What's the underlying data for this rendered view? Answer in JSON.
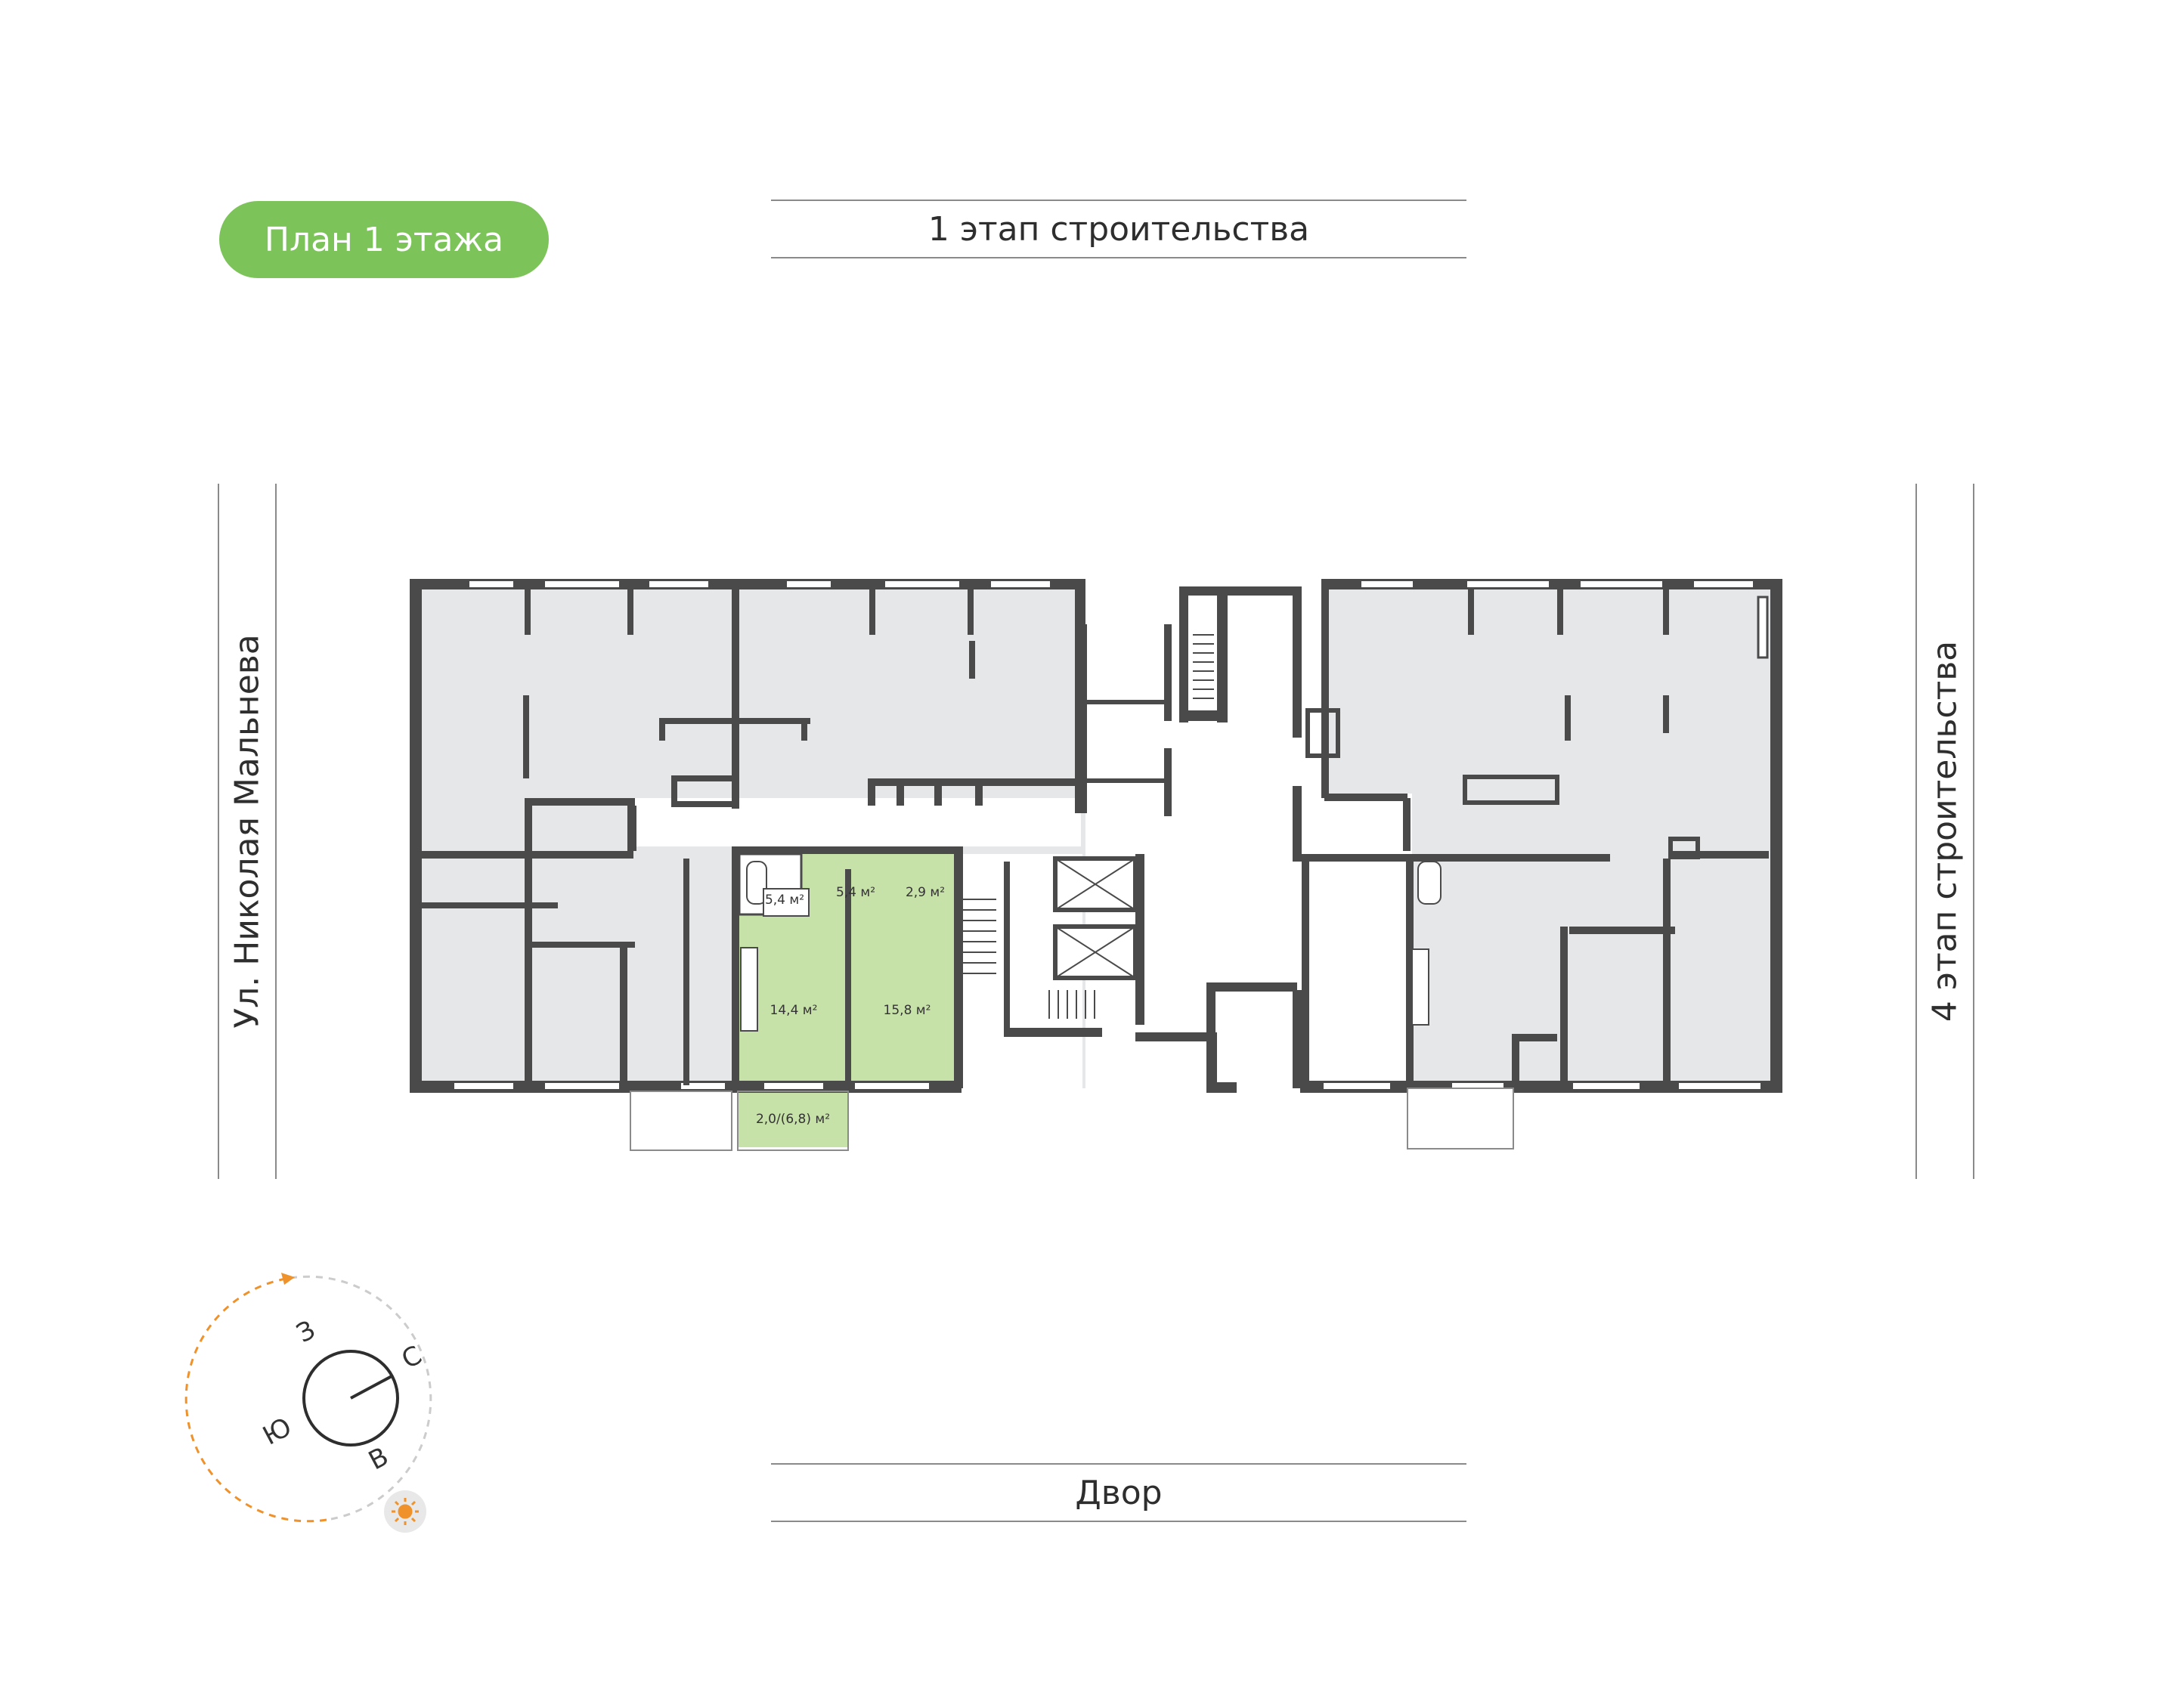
{
  "header": {
    "floor_badge": "План 1 этажа",
    "top_label": "1 этап строительства",
    "bottom_label": "Двор",
    "left_label": "Ул. Николая Мальнева",
    "right_label": "4 этап строительства"
  },
  "apartment": {
    "areas": [
      {
        "label": "5,4 м²"
      },
      {
        "label": "5,4 м²"
      },
      {
        "label": "2,9 м²"
      },
      {
        "label": "14,4 м²"
      },
      {
        "label": "15,8 м²"
      },
      {
        "label": "2,0/(6,8) м²"
      }
    ]
  },
  "compass": {
    "west": "З",
    "north": "С",
    "south": "Ю",
    "east": "В"
  },
  "colors": {
    "badge": "#7cc45a",
    "highlight": "#c7e2a8",
    "room_fill": "#e6e7e9",
    "wall": "#4a4a4a",
    "sun_path": "#f0922b"
  }
}
